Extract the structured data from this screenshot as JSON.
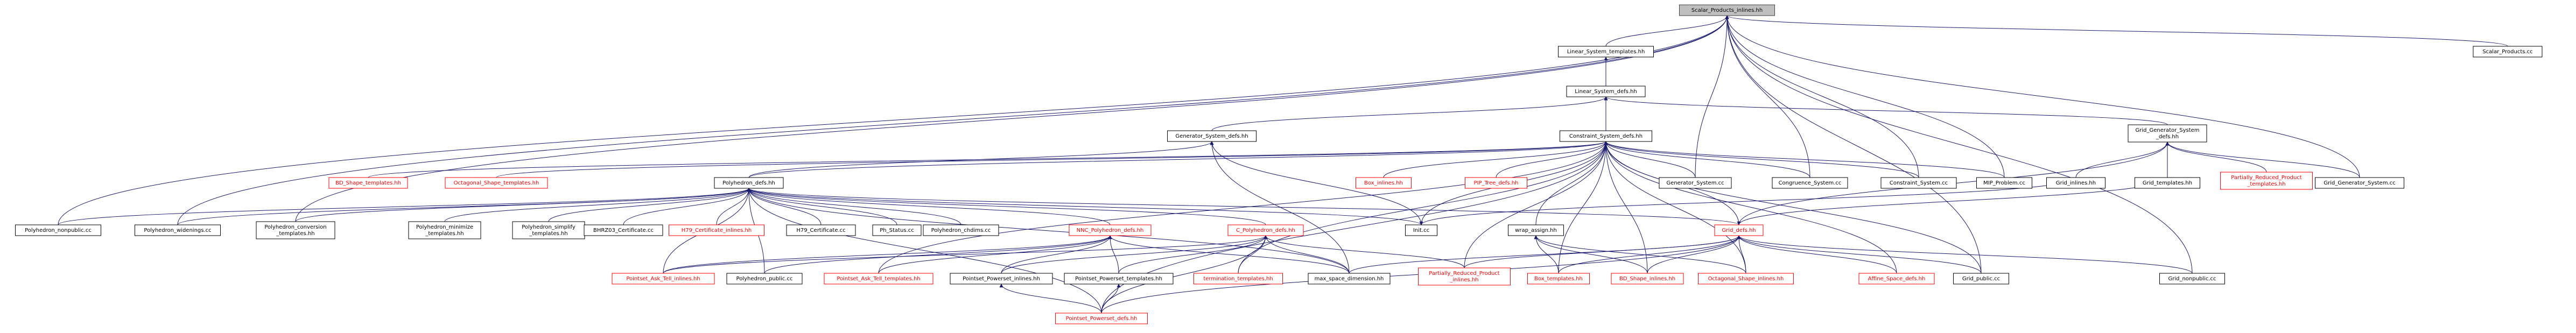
{
  "graph": {
    "nodes": [
      {
        "id": "root",
        "lines": [
          "Scalar_Products_inlines.hh"
        ],
        "border": "#404040",
        "text": "#000000",
        "fill": "#bfbfbf",
        "root": true
      },
      {
        "id": "linsys_tmpl",
        "lines": [
          "Linear_System_templates.hh"
        ],
        "border": "#000000",
        "text": "#000000",
        "fill": "#ffffff"
      },
      {
        "id": "linsys_defs",
        "lines": [
          "Linear_System_defs.hh"
        ],
        "border": "#000000",
        "text": "#000000",
        "fill": "#ffffff"
      },
      {
        "id": "gensys_defs",
        "lines": [
          "Generator_System_defs.hh"
        ],
        "border": "#000000",
        "text": "#000000",
        "fill": "#ffffff"
      },
      {
        "id": "consys_defs",
        "lines": [
          "Constraint_System_defs.hh"
        ],
        "border": "#000000",
        "text": "#000000",
        "fill": "#ffffff"
      },
      {
        "id": "gridgen_defs",
        "lines": [
          "Grid_Generator_System",
          "_defs.hh"
        ],
        "border": "#000000",
        "text": "#000000",
        "fill": "#ffffff"
      },
      {
        "id": "scalar_cc",
        "lines": [
          "Scalar_Products.cc"
        ],
        "border": "#000000",
        "text": "#000000",
        "fill": "#ffffff"
      },
      {
        "id": "bd_tmpl",
        "lines": [
          "BD_Shape_templates.hh"
        ],
        "border": "#ff0000",
        "text": "#ff0000",
        "fill": "#ffffff"
      },
      {
        "id": "oct_tmpl",
        "lines": [
          "Octagonal_Shape_templates.hh"
        ],
        "border": "#ff0000",
        "text": "#ff0000",
        "fill": "#ffffff"
      },
      {
        "id": "poly_defs",
        "lines": [
          "Polyhedron_defs.hh"
        ],
        "border": "#000000",
        "text": "#000000",
        "fill": "#ffffff"
      },
      {
        "id": "box_inl",
        "lines": [
          "Box_inlines.hh"
        ],
        "border": "#ff0000",
        "text": "#ff0000",
        "fill": "#ffffff"
      },
      {
        "id": "pip_defs",
        "lines": [
          "PIP_Tree_defs.hh"
        ],
        "border": "#ff0000",
        "text": "#ff0000",
        "fill": "#ffffff"
      },
      {
        "id": "gensys_cc",
        "lines": [
          "Generator_System.cc"
        ],
        "border": "#000000",
        "text": "#000000",
        "fill": "#ffffff"
      },
      {
        "id": "congr_cc",
        "lines": [
          "Congruence_System.cc"
        ],
        "border": "#000000",
        "text": "#000000",
        "fill": "#ffffff"
      },
      {
        "id": "consys_cc",
        "lines": [
          "Constraint_System.cc"
        ],
        "border": "#000000",
        "text": "#000000",
        "fill": "#ffffff"
      },
      {
        "id": "mip_cc",
        "lines": [
          "MIP_Problem.cc"
        ],
        "border": "#000000",
        "text": "#000000",
        "fill": "#ffffff"
      },
      {
        "id": "grid_inl",
        "lines": [
          "Grid_inlines.hh"
        ],
        "border": "#000000",
        "text": "#000000",
        "fill": "#ffffff"
      },
      {
        "id": "grid_tmpl",
        "lines": [
          "Grid_templates.hh"
        ],
        "border": "#000000",
        "text": "#000000",
        "fill": "#ffffff"
      },
      {
        "id": "prp_tmpl",
        "lines": [
          "Partially_Reduced_Product",
          "_templates.hh"
        ],
        "border": "#ff0000",
        "text": "#ff0000",
        "fill": "#ffffff"
      },
      {
        "id": "gridgen_cc",
        "lines": [
          "Grid_Generator_System.cc"
        ],
        "border": "#000000",
        "text": "#000000",
        "fill": "#ffffff"
      },
      {
        "id": "poly_nonpub",
        "lines": [
          "Polyhedron_nonpublic.cc"
        ],
        "border": "#000000",
        "text": "#000000",
        "fill": "#ffffff"
      },
      {
        "id": "poly_wid",
        "lines": [
          "Polyhedron_widenings.cc"
        ],
        "border": "#000000",
        "text": "#000000",
        "fill": "#ffffff"
      },
      {
        "id": "poly_conv",
        "lines": [
          "Polyhedron_conversion",
          "_templates.hh"
        ],
        "border": "#000000",
        "text": "#000000",
        "fill": "#ffffff"
      },
      {
        "id": "poly_min",
        "lines": [
          "Polyhedron_minimize",
          "_templates.hh"
        ],
        "border": "#000000",
        "text": "#000000",
        "fill": "#ffffff"
      },
      {
        "id": "poly_simp",
        "lines": [
          "Polyhedron_simplify",
          "_templates.hh"
        ],
        "border": "#000000",
        "text": "#000000",
        "fill": "#ffffff"
      },
      {
        "id": "bhrz",
        "lines": [
          "BHRZ03_Certificate.cc"
        ],
        "border": "#000000",
        "text": "#000000",
        "fill": "#ffffff"
      },
      {
        "id": "h79_inl",
        "lines": [
          "H79_Certificate_inlines.hh"
        ],
        "border": "#ff0000",
        "text": "#ff0000",
        "fill": "#ffffff"
      },
      {
        "id": "h79_cc",
        "lines": [
          "H79_Certificate.cc"
        ],
        "border": "#000000",
        "text": "#000000",
        "fill": "#ffffff"
      },
      {
        "id": "ph_status",
        "lines": [
          "Ph_Status.cc"
        ],
        "border": "#000000",
        "text": "#000000",
        "fill": "#ffffff"
      },
      {
        "id": "poly_chdims",
        "lines": [
          "Polyhedron_chdims.cc"
        ],
        "border": "#000000",
        "text": "#000000",
        "fill": "#ffffff"
      },
      {
        "id": "nnc_defs",
        "lines": [
          "NNC_Polyhedron_defs.hh"
        ],
        "border": "#ff0000",
        "text": "#ff0000",
        "fill": "#ffffff"
      },
      {
        "id": "c_defs",
        "lines": [
          "C_Polyhedron_defs.hh"
        ],
        "border": "#ff0000",
        "text": "#ff0000",
        "fill": "#ffffff"
      },
      {
        "id": "init_cc",
        "lines": [
          "Init.cc"
        ],
        "border": "#000000",
        "text": "#000000",
        "fill": "#ffffff"
      },
      {
        "id": "wrap_assign",
        "lines": [
          "wrap_assign.hh"
        ],
        "border": "#000000",
        "text": "#000000",
        "fill": "#ffffff"
      },
      {
        "id": "grid_defs",
        "lines": [
          "Grid_defs.hh"
        ],
        "border": "#ff0000",
        "text": "#ff0000",
        "fill": "#ffffff"
      },
      {
        "id": "pat_inl",
        "lines": [
          "Pointset_Ask_Tell_inlines.hh"
        ],
        "border": "#ff0000",
        "text": "#ff0000",
        "fill": "#ffffff"
      },
      {
        "id": "poly_pub",
        "lines": [
          "Polyhedron_public.cc"
        ],
        "border": "#000000",
        "text": "#000000",
        "fill": "#ffffff"
      },
      {
        "id": "pat_tmpl",
        "lines": [
          "Pointset_Ask_Tell_templates.hh"
        ],
        "border": "#ff0000",
        "text": "#ff0000",
        "fill": "#ffffff"
      },
      {
        "id": "pp_inl",
        "lines": [
          "Pointset_Powerset_inlines.hh"
        ],
        "border": "#000000",
        "text": "#000000",
        "fill": "#ffffff"
      },
      {
        "id": "pp_tmpl",
        "lines": [
          "Pointset_Powerset_templates.hh"
        ],
        "border": "#000000",
        "text": "#000000",
        "fill": "#ffffff"
      },
      {
        "id": "term_tmpl",
        "lines": [
          "termination_templates.hh"
        ],
        "border": "#ff0000",
        "text": "#ff0000",
        "fill": "#ffffff"
      },
      {
        "id": "max_space",
        "lines": [
          "max_space_dimension.hh"
        ],
        "border": "#000000",
        "text": "#000000",
        "fill": "#ffffff"
      },
      {
        "id": "prp_inl",
        "lines": [
          "Partially_Reduced_Product",
          "_inlines.hh"
        ],
        "border": "#ff0000",
        "text": "#ff0000",
        "fill": "#ffffff"
      },
      {
        "id": "box_tmpl",
        "lines": [
          "Box_templates.hh"
        ],
        "border": "#ff0000",
        "text": "#ff0000",
        "fill": "#ffffff"
      },
      {
        "id": "bd_inl",
        "lines": [
          "BD_Shape_inlines.hh"
        ],
        "border": "#ff0000",
        "text": "#ff0000",
        "fill": "#ffffff"
      },
      {
        "id": "oct_inl",
        "lines": [
          "Octagonal_Shape_inlines.hh"
        ],
        "border": "#ff0000",
        "text": "#ff0000",
        "fill": "#ffffff"
      },
      {
        "id": "affine_defs",
        "lines": [
          "Affine_Space_defs.hh"
        ],
        "border": "#ff0000",
        "text": "#ff0000",
        "fill": "#ffffff"
      },
      {
        "id": "grid_pub",
        "lines": [
          "Grid_public.cc"
        ],
        "border": "#000000",
        "text": "#000000",
        "fill": "#ffffff"
      },
      {
        "id": "grid_nonpub",
        "lines": [
          "Grid_nonpublic.cc"
        ],
        "border": "#000000",
        "text": "#000000",
        "fill": "#ffffff"
      },
      {
        "id": "pp_defs",
        "lines": [
          "Pointset_Powerset_defs.hh"
        ],
        "border": "#ff0000",
        "text": "#ff0000",
        "fill": "#ffffff"
      }
    ],
    "edges": [
      [
        "linsys_tmpl",
        "root"
      ],
      [
        "linsys_defs",
        "linsys_tmpl"
      ],
      [
        "gensys_defs",
        "linsys_defs"
      ],
      [
        "consys_defs",
        "linsys_defs"
      ],
      [
        "gridgen_defs",
        "linsys_defs"
      ],
      [
        "scalar_cc",
        "root"
      ],
      [
        "gridgen_cc",
        "root"
      ],
      [
        "mip_cc",
        "root"
      ],
      [
        "consys_cc",
        "root"
      ],
      [
        "congr_cc",
        "root"
      ],
      [
        "gensys_cc",
        "root"
      ],
      [
        "poly_conv",
        "root"
      ],
      [
        "poly_wid",
        "root"
      ],
      [
        "poly_nonpub",
        "root"
      ],
      [
        "grid_nonpub",
        "root"
      ],
      [
        "grid_pub",
        "root"
      ],
      [
        "poly_defs",
        "gensys_defs"
      ],
      [
        "poly_defs",
        "consys_defs"
      ],
      [
        "bd_tmpl",
        "consys_defs"
      ],
      [
        "oct_tmpl",
        "consys_defs"
      ],
      [
        "box_inl",
        "consys_defs"
      ],
      [
        "pip_defs",
        "consys_defs"
      ],
      [
        "gensys_cc",
        "consys_defs"
      ],
      [
        "congr_cc",
        "consys_defs"
      ],
      [
        "consys_cc",
        "consys_defs"
      ],
      [
        "mip_cc",
        "consys_defs"
      ],
      [
        "init_cc",
        "consys_defs"
      ],
      [
        "wrap_assign",
        "consys_defs"
      ],
      [
        "grid_defs",
        "consys_defs"
      ],
      [
        "init_cc",
        "gensys_defs"
      ],
      [
        "max_space",
        "gensys_defs"
      ],
      [
        "grid_inl",
        "gridgen_defs"
      ],
      [
        "grid_tmpl",
        "gridgen_defs"
      ],
      [
        "prp_tmpl",
        "gridgen_defs"
      ],
      [
        "gridgen_cc",
        "gridgen_defs"
      ],
      [
        "grid_defs",
        "gridgen_defs"
      ],
      [
        "poly_nonpub",
        "poly_defs"
      ],
      [
        "poly_wid",
        "poly_defs"
      ],
      [
        "poly_conv",
        "poly_defs"
      ],
      [
        "poly_min",
        "poly_defs"
      ],
      [
        "poly_simp",
        "poly_defs"
      ],
      [
        "bhrz",
        "poly_defs"
      ],
      [
        "h79_inl",
        "poly_defs"
      ],
      [
        "h79_cc",
        "poly_defs"
      ],
      [
        "ph_status",
        "poly_defs"
      ],
      [
        "poly_chdims",
        "poly_defs"
      ],
      [
        "nnc_defs",
        "poly_defs"
      ],
      [
        "c_defs",
        "poly_defs"
      ],
      [
        "init_cc",
        "poly_defs"
      ],
      [
        "poly_pub",
        "poly_defs"
      ],
      [
        "pat_inl",
        "poly_defs"
      ],
      [
        "pp_defs",
        "poly_defs"
      ],
      [
        "max_space",
        "poly_defs"
      ],
      [
        "grid_defs",
        "poly_defs"
      ],
      [
        "pat_inl",
        "nnc_defs"
      ],
      [
        "poly_pub",
        "nnc_defs"
      ],
      [
        "pat_tmpl",
        "nnc_defs"
      ],
      [
        "pp_inl",
        "nnc_defs"
      ],
      [
        "pp_tmpl",
        "nnc_defs"
      ],
      [
        "max_space",
        "nnc_defs"
      ],
      [
        "pat_inl",
        "c_defs"
      ],
      [
        "pp_inl",
        "c_defs"
      ],
      [
        "pp_tmpl",
        "c_defs"
      ],
      [
        "term_tmpl",
        "c_defs"
      ],
      [
        "max_space",
        "c_defs"
      ],
      [
        "prp_inl",
        "c_defs"
      ],
      [
        "pp_defs",
        "c_defs"
      ],
      [
        "pp_defs",
        "pp_inl"
      ],
      [
        "pp_defs",
        "pp_tmpl"
      ],
      [
        "bd_inl",
        "wrap_assign"
      ],
      [
        "oct_inl",
        "wrap_assign"
      ],
      [
        "box_tmpl",
        "wrap_assign"
      ],
      [
        "grid_inl",
        "init_cc"
      ],
      [
        "grid_tmpl",
        "grid_defs"
      ],
      [
        "box_tmpl",
        "grid_defs"
      ],
      [
        "bd_inl",
        "grid_defs"
      ],
      [
        "oct_inl",
        "grid_defs"
      ],
      [
        "affine_defs",
        "grid_defs"
      ],
      [
        "grid_pub",
        "grid_defs"
      ],
      [
        "grid_nonpub",
        "grid_defs"
      ],
      [
        "pp_defs",
        "grid_defs"
      ],
      [
        "max_space",
        "grid_defs"
      ],
      [
        "prp_inl",
        "grid_defs"
      ],
      [
        "affine_defs",
        "consys_defs"
      ],
      [
        "oct_inl",
        "consys_defs"
      ],
      [
        "bd_inl",
        "consys_defs"
      ],
      [
        "box_tmpl",
        "consys_defs"
      ],
      [
        "prp_inl",
        "consys_defs"
      ],
      [
        "term_tmpl",
        "consys_defs"
      ],
      [
        "grid_pub",
        "consys_defs"
      ],
      [
        "pp_defs",
        "consys_defs"
      ],
      [
        "pat_tmpl",
        "consys_defs"
      ]
    ],
    "colors": {
      "edge": "#191970",
      "background": "#ffffff"
    }
  }
}
